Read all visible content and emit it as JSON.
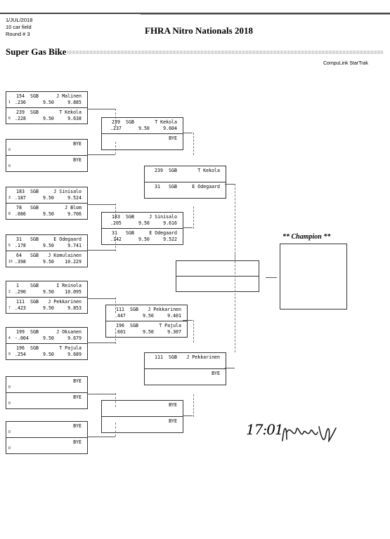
{
  "header": {
    "date": "1/JUL/2018",
    "field": "10 car field",
    "round": "Round # 3",
    "title": "FHRA Nitro Nationals 2018",
    "event": "Super Gas Bike",
    "timing": "CompuLink StarTrak"
  },
  "round1": [
    {
      "top": {
        "lane": "1",
        "num": "154",
        "cls": "SGB",
        "name": "J Malinen",
        "rt": ".236",
        "dial": "9.50",
        "et": "9.885"
      },
      "bot": {
        "lane": "6",
        "num": "239",
        "cls": "SGB",
        "name": "T Kekola",
        "rt": ".228",
        "dial": "9.50",
        "et": "9.638"
      }
    },
    {
      "top": {
        "lane": "0",
        "bye": "BYE"
      },
      "bot": {
        "lane": "0",
        "bye": "BYE"
      }
    },
    {
      "top": {
        "lane": "3",
        "num": "183",
        "cls": "SGB",
        "name": "J Sinisalo",
        "rt": ".187",
        "dial": "9.50",
        "et": "9.524"
      },
      "bot": {
        "lane": "8",
        "num": "78",
        "cls": "SGB",
        "name": "J Blom",
        "rt": ".086",
        "dial": "9.50",
        "et": "9.706"
      }
    },
    {
      "top": {
        "lane": "5",
        "num": "31",
        "cls": "SGB",
        "name": "E Odegaard",
        "rt": ".178",
        "dial": "9.50",
        "et": "9.741"
      },
      "bot": {
        "lane": "10",
        "num": "64",
        "cls": "SGB",
        "name": "J Komulainen",
        "rt": ".398",
        "dial": "9.50",
        "et": "10.229"
      }
    },
    {
      "top": {
        "lane": "2",
        "num": "1",
        "cls": "SGB",
        "name": "I Reinola",
        "rt": ".290",
        "dial": "9.50",
        "et": "10.095"
      },
      "bot": {
        "lane": "7",
        "num": "111",
        "cls": "SGB",
        "name": "J Pekkarinen",
        "rt": ".423",
        "dial": "9.50",
        "et": "9.853"
      }
    },
    {
      "top": {
        "lane": "4",
        "num": "199",
        "cls": "SGB",
        "name": "J Oksanen",
        "rt": "-.004",
        "dial": "9.50",
        "et": "9.679"
      },
      "bot": {
        "lane": "9",
        "num": "196",
        "cls": "SGB",
        "name": "T Pajula",
        "rt": ".254",
        "dial": "9.50",
        "et": "9.689"
      }
    },
    {
      "top": {
        "lane": "0",
        "bye": "BYE"
      },
      "bot": {
        "lane": "0",
        "bye": "BYE"
      }
    },
    {
      "top": {
        "lane": "0",
        "bye": "BYE"
      },
      "bot": {
        "lane": "0",
        "bye": "BYE"
      }
    }
  ],
  "round2": [
    {
      "top": {
        "num": "239",
        "cls": "SGB",
        "name": "T Kekola",
        "rt": ".237",
        "dial": "9.50",
        "et": "9.604"
      },
      "bot": {
        "bye": "BYE"
      }
    },
    {
      "top": {
        "num": "183",
        "cls": "SGB",
        "name": "J Sinisalo",
        "rt": ".205",
        "dial": "9.50",
        "et": "9.616"
      },
      "bot": {
        "num": "31",
        "cls": "SGB",
        "name": "E Odegaard",
        "rt": ".142",
        "dial": "9.50",
        "et": "9.522"
      }
    },
    {
      "top": {
        "num": "111",
        "cls": "SGB",
        "name": "J Pekkarinen",
        "rt": ".447",
        "dial": "9.50",
        "et": "9.401"
      },
      "bot": {
        "num": "196",
        "cls": "SGB",
        "name": "T Pajula",
        "rt": ".601",
        "dial": "9.50",
        "et": "9.307"
      }
    },
    {
      "top": {
        "bye": "BYE"
      },
      "bot": {
        "bye": "BYE"
      }
    }
  ],
  "round3": [
    {
      "top": {
        "num": "239",
        "cls": "SGB",
        "name": "T Kekola"
      },
      "bot": {
        "num": "31",
        "cls": "SGB",
        "name": "E Odegaard"
      }
    },
    {
      "top": {
        "num": "111",
        "cls": "SGB",
        "name": "J Pekkarinen"
      },
      "bot": {
        "bye": "BYE"
      }
    }
  ],
  "champion": {
    "label": "** Champion **"
  },
  "signature": {
    "time": "17:01"
  }
}
